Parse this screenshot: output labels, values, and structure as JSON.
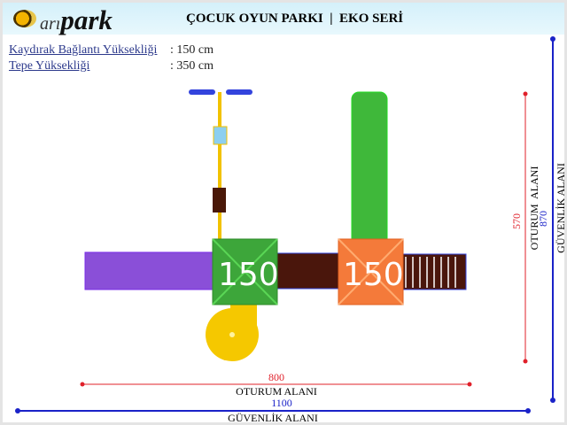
{
  "header": {
    "logo_prefix": "arı",
    "logo_main": "park",
    "title": "ÇOCUK OYUN PARKI  |  EKO SERİ"
  },
  "specs": [
    {
      "label": "Kaydırak Bağlantı Yüksekliği",
      "value": ": 150 cm"
    },
    {
      "label": "Tepe Yüksekliği",
      "value": ": 350 cm"
    }
  ],
  "plan": {
    "tower_left_label": "150",
    "tower_right_label": "150"
  },
  "dimensions": {
    "horizontal_seating": {
      "value": "800",
      "label": "OTURUM ALANI",
      "color": "#e0202a"
    },
    "horizontal_safety": {
      "value": "1100",
      "label": "GÜVENLİK ALANI",
      "color": "#1a22c8"
    },
    "vertical_seating": {
      "value": "570",
      "label": "OTURUM  ALANI",
      "color": "#e0202a"
    },
    "vertical_safety": {
      "value": "870",
      "label": "GÜVENLİK ALANI",
      "color": "#1a22c8"
    }
  }
}
